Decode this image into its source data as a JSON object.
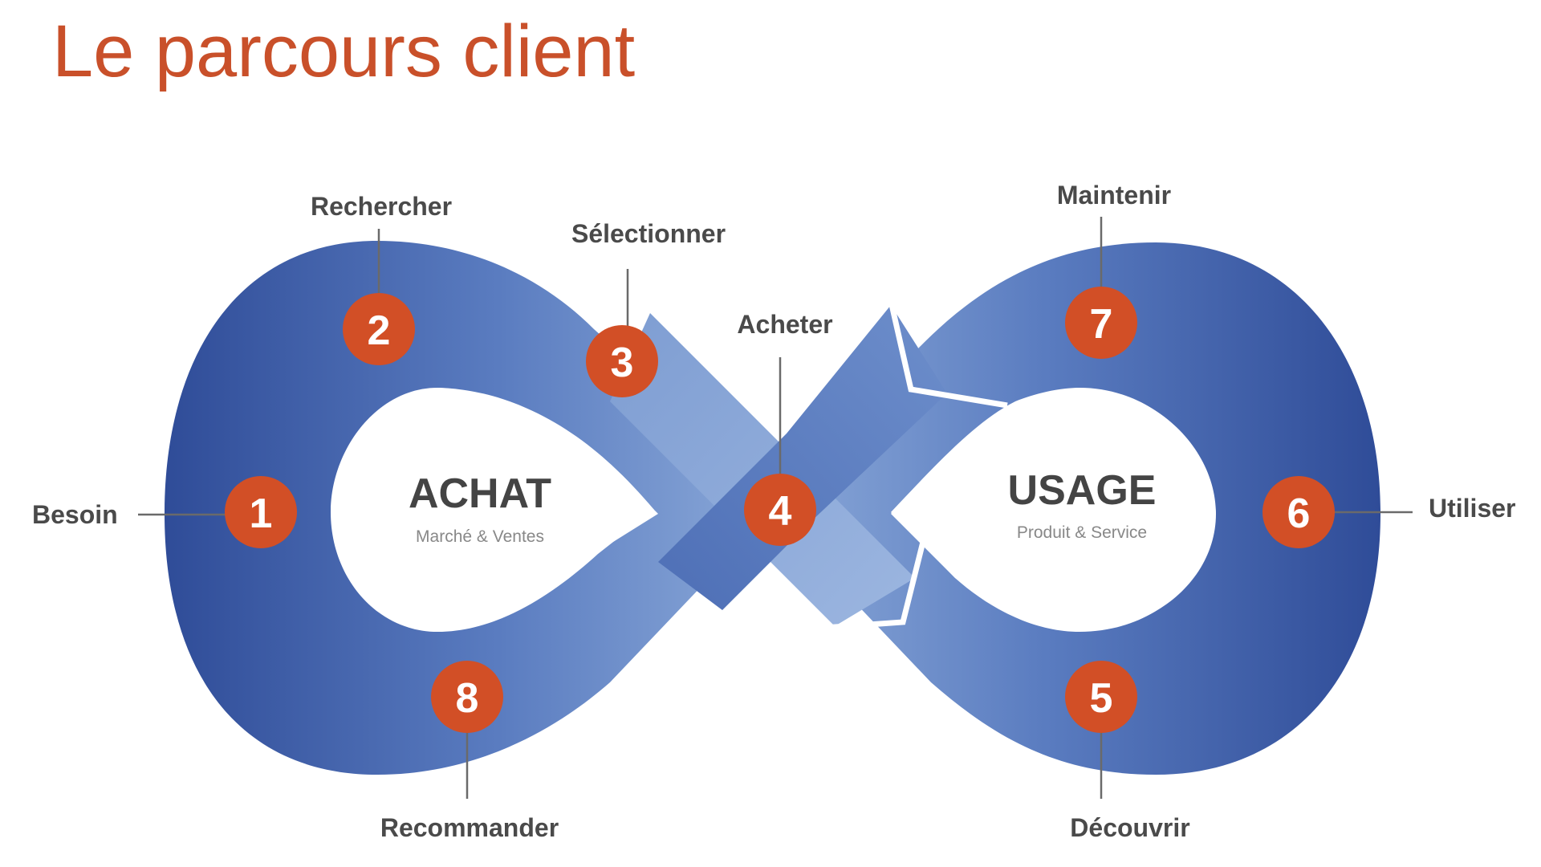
{
  "title": "Le parcours client",
  "colors": {
    "title": "#c9502a",
    "badge": "#d24f26",
    "band_dark": "#2f4c98",
    "band_light": "#86a4d6",
    "label": "#4a4a4a"
  },
  "centers": [
    {
      "id": "achat",
      "title": "ACHAT",
      "subtitle": "Marché & Ventes"
    },
    {
      "id": "usage",
      "title": "USAGE",
      "subtitle": "Produit & Service"
    }
  ],
  "steps": [
    {
      "number": "1",
      "label": "Besoin"
    },
    {
      "number": "2",
      "label": "Rechercher"
    },
    {
      "number": "3",
      "label": "Sélectionner"
    },
    {
      "number": "4",
      "label": "Acheter"
    },
    {
      "number": "5",
      "label": "Découvrir"
    },
    {
      "number": "6",
      "label": "Utiliser"
    },
    {
      "number": "7",
      "label": "Maintenir"
    },
    {
      "number": "8",
      "label": "Recommander"
    }
  ]
}
